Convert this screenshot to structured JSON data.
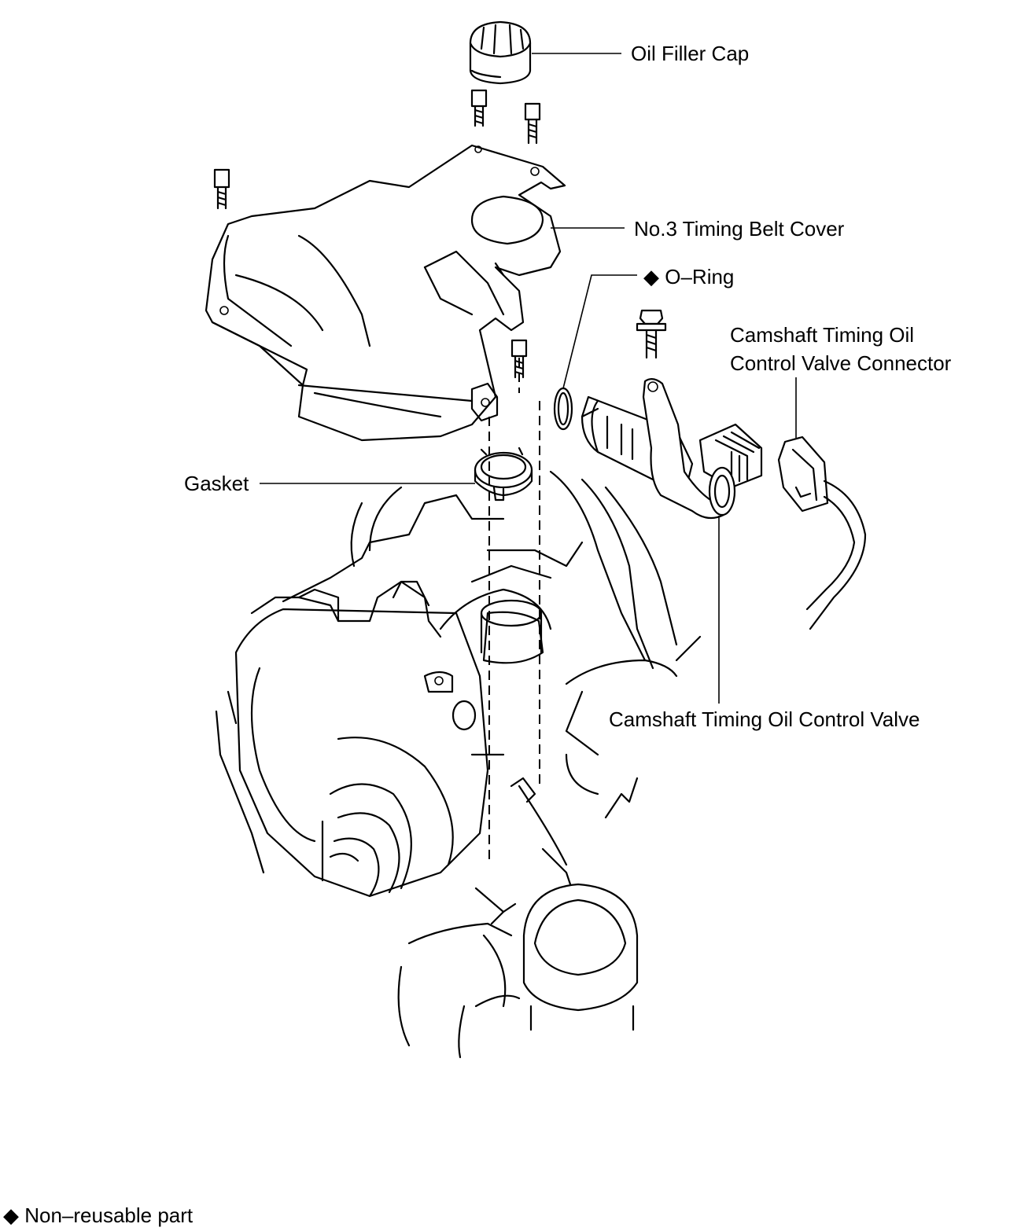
{
  "labels": {
    "oil_filler_cap": "Oil Filler Cap",
    "timing_belt_cover": "No.3 Timing Belt Cover",
    "o_ring": "O–Ring",
    "valve_connector_line1": "Camshaft Timing Oil",
    "valve_connector_line2": "Control Valve Connector",
    "gasket": "Gasket",
    "control_valve": "Camshaft Timing Oil Control Valve"
  },
  "legend": {
    "symbol": "◆",
    "text": "Non–reusable part"
  }
}
